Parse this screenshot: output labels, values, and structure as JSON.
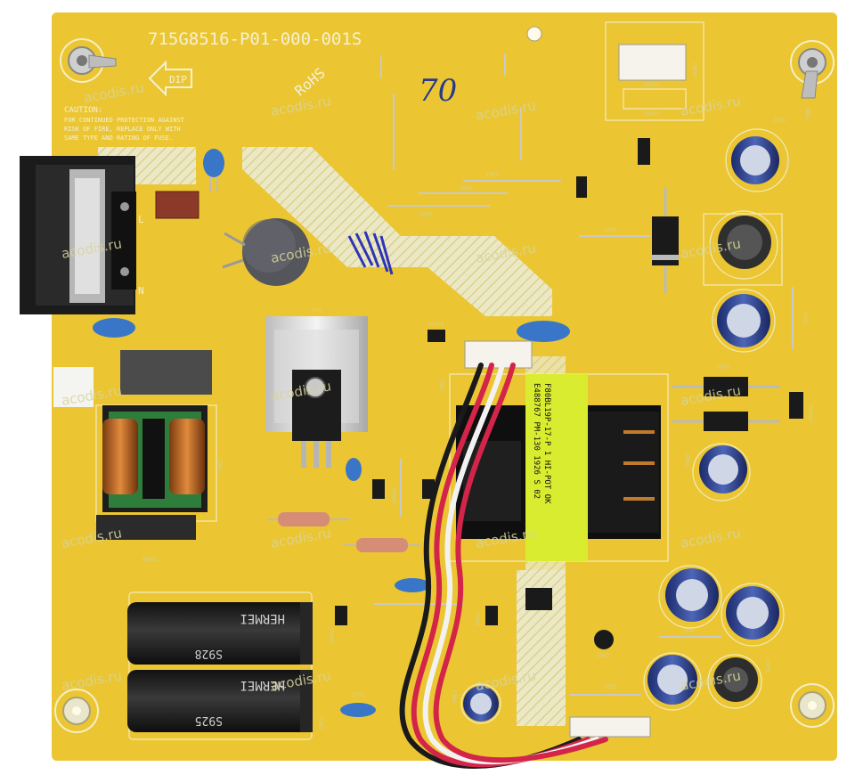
{
  "board": {
    "part_number": "715G8516-P01-000-001S",
    "rohs_mark": "RoHS",
    "dip_arrow": "DIP",
    "caution_title": "CAUTION:",
    "caution_lines": [
      "FOR CONTINUED PROTECTION AGAINST",
      "RISK OF FIRE, REPLACE ONLY WITH",
      "SAME TYPE AND RATING OF FUSE."
    ],
    "handwritten": "70",
    "ac_l": "L",
    "ac_n": "N",
    "watermark": "acodis.ru"
  },
  "capacitors": {
    "hermei_brand": "HERMEI",
    "hermei_code": "S925",
    "hermei_code_2": "S928"
  },
  "transformer_label": {
    "line1": "F80BL19P-17-P  1 HI-POT OK",
    "line2": "E488767 PM-130 1926 S 02"
  },
  "heatsink": {
    "ref": "HS1"
  },
  "designators": {
    "cn802": "CN802",
    "cn803": "CN803",
    "cn801": "CN801",
    "j801": "J801",
    "j807": "J807",
    "j808": "J808",
    "j809": "J809",
    "j803": "J803",
    "j802": "J802",
    "j905": "J905",
    "j904": "J904",
    "fb909": "FB909",
    "fb908": "FB908",
    "fb907": "FB907",
    "fb901": "FB901",
    "d907": "D907",
    "d902": "D902",
    "c931": "C931",
    "c902": "C902",
    "bd901": "BD901",
    "gnd1": "GND1",
    "c909": "C909",
    "c906": "C906",
    "c905": "C905",
    "c908": "C908",
    "c801": "C801",
    "l901": "L901",
    "t901": "T901",
    "d905": "D905",
    "u903": "U903"
  }
}
